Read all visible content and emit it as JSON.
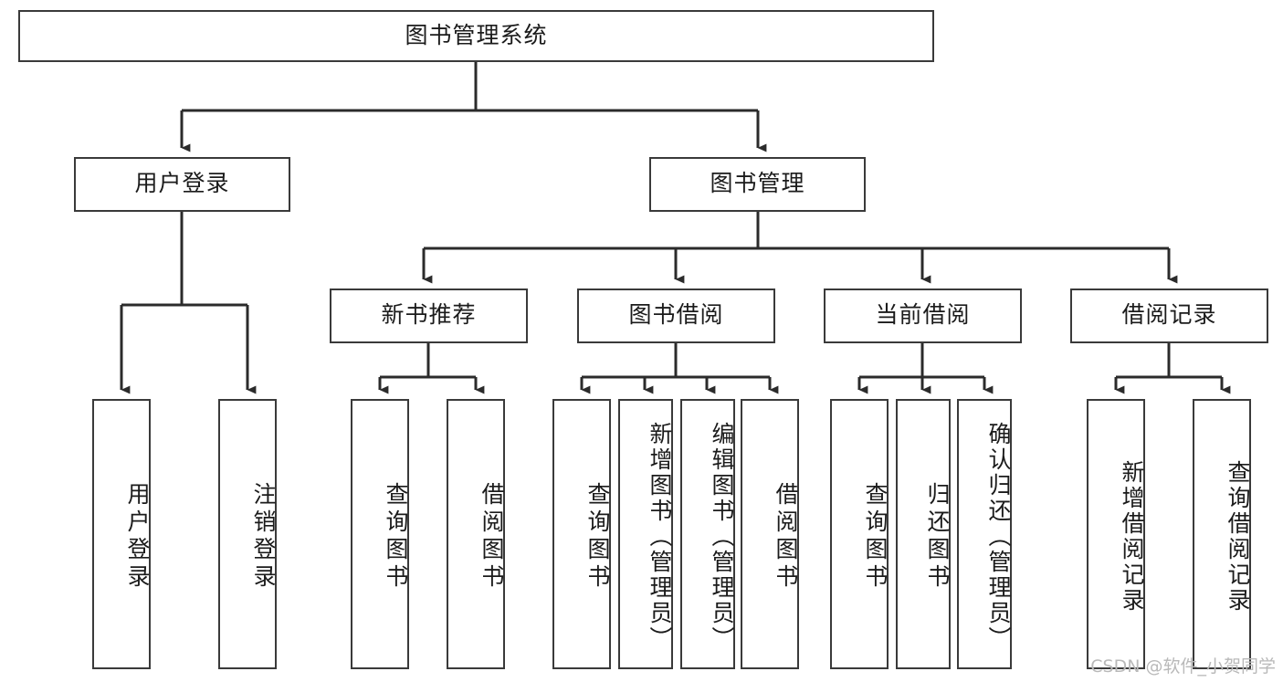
{
  "diagram": {
    "title": "图书管理系统",
    "type": "tree-hierarchy",
    "watermark": "CSDN @软件_小贺同学",
    "colors": {
      "box_border": "#3a3a3a",
      "box_fill": "#ffffff",
      "edge": "#2b2b2b",
      "text": "#1b1b1b",
      "watermark": "#b9b9b9"
    },
    "root": {
      "label": "图书管理系统"
    },
    "level1": [
      {
        "label": "用户登录"
      },
      {
        "label": "图书管理"
      }
    ],
    "level2": [
      {
        "label": "新书推荐"
      },
      {
        "label": "图书借阅"
      },
      {
        "label": "当前借阅"
      },
      {
        "label": "借阅记录"
      }
    ],
    "leaves": {
      "user_login": [
        {
          "label": "用户登录"
        },
        {
          "label": "注销登录"
        }
      ],
      "new_book_recommend": [
        {
          "label": "查询图书"
        },
        {
          "label": "借阅图书"
        }
      ],
      "book_borrow": [
        {
          "label": "查询图书"
        },
        {
          "label": "新增图书（管理员）"
        },
        {
          "label": "编辑图书（管理员）"
        },
        {
          "label": "借阅图书"
        }
      ],
      "current_borrow": [
        {
          "label": "查询图书"
        },
        {
          "label": "归还图书"
        },
        {
          "label": "确认归还（管理员）"
        }
      ],
      "borrow_record": [
        {
          "label": "新增借阅记录"
        },
        {
          "label": "查询借阅记录"
        }
      ]
    }
  }
}
